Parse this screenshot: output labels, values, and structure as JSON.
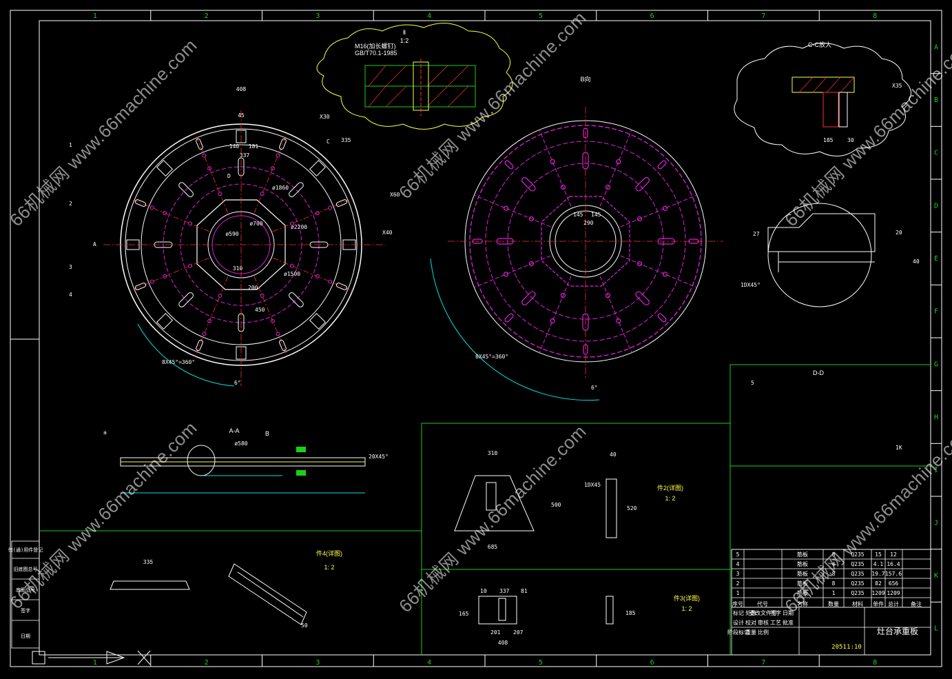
{
  "colors": {
    "bg": "#000000",
    "frame": "#ffffff",
    "green": "#19d119",
    "cyan": "#00e5e5",
    "magenta": "#e020e0",
    "red": "#ff3030",
    "yellow": "#ffff40",
    "gray": "#7a7a7a"
  },
  "border": {
    "cols": [
      "1",
      "2",
      "3",
      "4",
      "5",
      "6",
      "7",
      "8"
    ],
    "rows": [
      "A",
      "B",
      "C",
      "D",
      "E",
      "F",
      "G",
      "H",
      "I",
      "J",
      "K",
      "L"
    ]
  },
  "watermark": {
    "text": "66机械网 www.66machine.com"
  },
  "views": {
    "sec_c_c": "C-C放大",
    "sec_a_a": "A-A",
    "arrow_b": "B",
    "view_b": "B向",
    "sec_d_d": "D-D",
    "sec_ii": "Ⅱ",
    "scale_ii": "1:2",
    "bolt_spec1": "M16(加长螺钉)",
    "bolt_spec2": "GB/T70.1-1985"
  },
  "labels": {
    "d408": "408",
    "d45": "45",
    "d140": "140",
    "d181": "181",
    "d337": "337",
    "d590": "ø590",
    "d700": "ø700",
    "d1860": "ø1860",
    "d1500": "ø1500",
    "d2200": "ø2200",
    "d310": "310",
    "d200": "200",
    "d450": "450",
    "d335": "335",
    "ang1": "8X45°=360°",
    "ang2": "8X45°=360°",
    "d6": "6°",
    "d6b": "6°",
    "cham": "20X45°",
    "cham2": "1DX45°",
    "d145a": "145",
    "d145b": "145",
    "d290": "290",
    "d185": "185",
    "d30": "30",
    "d40": "40",
    "d27": "27",
    "d20": "20",
    "d580": "ø580",
    "a_label": "a",
    "dA": "A",
    "dC": "C",
    "dD": "D",
    "n1": "1",
    "n2": "2",
    "n3": "3",
    "n4": "4",
    "n5": "5",
    "x30": "X30",
    "x60": "X60",
    "x40": "X40",
    "x35": "X35",
    "k1": "1K"
  },
  "details": {
    "part2": "件2(详图)",
    "part2_scale": "1: 2",
    "part3": "件3(详图)",
    "part3_scale": "1: 2",
    "part4": "件4(详图)",
    "part4_scale": "1: 2",
    "d310": "310",
    "d685": "685",
    "d500": "500",
    "d520": "520",
    "d165": "165",
    "d207": "207",
    "d201": "201",
    "d408": "408",
    "d337": "337",
    "d81": "81",
    "d10": "10",
    "d40": "40",
    "d335": "335",
    "d50": "50",
    "d10x45": "1DX45",
    "d185": "185"
  },
  "title_block": {
    "title": "灶台承重板",
    "rows": [
      {
        "no": "5",
        "name": "筋板",
        "qty": "8",
        "mat": "Q235",
        "w1": "15",
        "w2": "12"
      },
      {
        "no": "4",
        "name": "筋板",
        "qty": "4",
        "mat": "Q235",
        "w1": "4.1",
        "w2": "16.4"
      },
      {
        "no": "3",
        "name": "筋板",
        "qty": "8",
        "mat": "Q235",
        "w1": "19.7",
        "w2": "157.6"
      },
      {
        "no": "2",
        "name": "筋板",
        "qty": "8",
        "mat": "Q235",
        "w1": "82",
        "w2": "656"
      },
      {
        "no": "1",
        "name": "筋板",
        "qty": "1",
        "mat": "Q235",
        "w1": "1209",
        "w2": "1209"
      }
    ],
    "headers": [
      "序号",
      "代号",
      "名称",
      "数量",
      "材料",
      "单件",
      "总计",
      "备注"
    ],
    "info": [
      "标记",
      "处数",
      "更改文件号",
      "签字",
      "日期",
      "设计",
      "校对",
      "审核",
      "工艺",
      "批准",
      "阶段标记",
      "重量",
      "比例"
    ],
    "scale": "1:10",
    "weight": "2051"
  },
  "left_stamp": [
    "借(通)用件登记",
    "旧底图总号",
    "底图总号",
    "签字",
    "日期"
  ]
}
